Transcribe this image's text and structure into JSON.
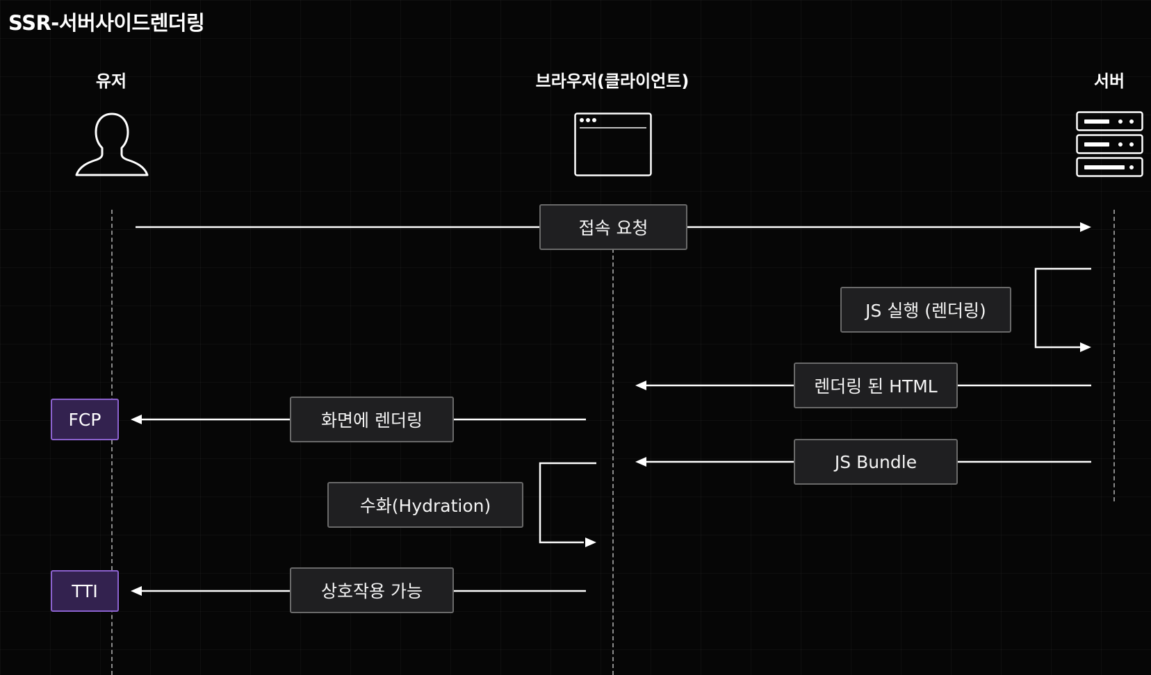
{
  "title": "SSR-서버사이드렌더링",
  "actors": {
    "user": {
      "label": "유저",
      "icon": "person-icon"
    },
    "browser": {
      "label": "브라우저(클라이언트)",
      "icon": "browser-window-icon"
    },
    "server": {
      "label": "서버",
      "icon": "server-rack-icon"
    }
  },
  "steps": {
    "connect_request": "접속 요청",
    "js_execution": "JS 실행 (렌더링)",
    "rendered_html": "렌더링 된 HTML",
    "render_to_screen": "화면에 렌더링",
    "js_bundle": "JS Bundle",
    "hydration": "수화(Hydration)",
    "interactive": "상호작용 가능"
  },
  "metrics": {
    "fcp": "FCP",
    "tti": "TTI"
  },
  "colors": {
    "background": "#060606",
    "arrow": "#ffffff",
    "box_fill": "#1f1f21",
    "box_border": "#6a6a6a",
    "metric_fill": "#33224f",
    "metric_border": "#8c62cf"
  }
}
